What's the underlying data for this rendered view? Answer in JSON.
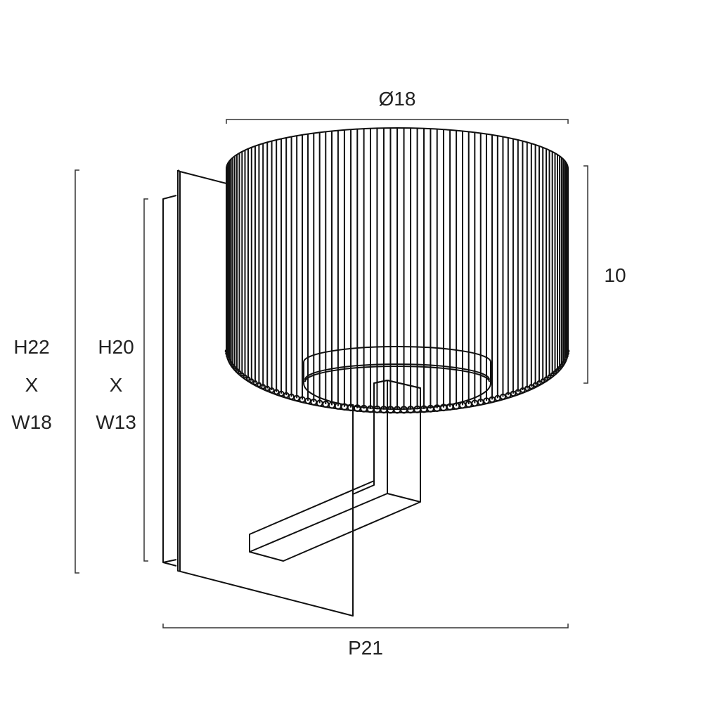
{
  "dimensions": {
    "shade_diameter": "Ø18",
    "shade_height": "10",
    "backplate_outer": {
      "height": "H22",
      "sep": "X",
      "width": "W18"
    },
    "backplate_inner": {
      "height": "H20",
      "sep": "X",
      "width": "W13"
    },
    "projection": "P21"
  },
  "colors": {
    "line": "#111111",
    "background": "#ffffff"
  }
}
